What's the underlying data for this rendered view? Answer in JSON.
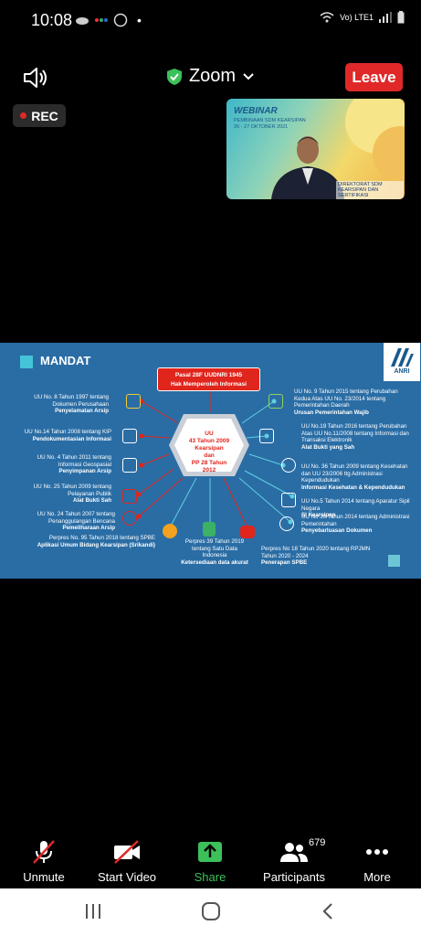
{
  "status_bar": {
    "time": "10:08",
    "network": "Vo) LTE1"
  },
  "header": {
    "title": "Zoom",
    "leave_label": "Leave",
    "rec_label": "REC"
  },
  "video": {
    "title": "WEBINAR",
    "subtitle1": "PEMBINAAN SDM KEARSIPAN",
    "subtitle2": "26 - 27 OKTOBER 2021",
    "caption": "DIREKTORAT SDM KEARSIPAN DAN SERTIFIKASI"
  },
  "slide": {
    "title": "MANDAT",
    "logo_text": "ANRI",
    "pasal_line1": "Pasal 28F UUDNRI 1945",
    "pasal_line2": "Hak Memperoleh Informasi",
    "center_lines": [
      "UU",
      "43 Tahun 2009",
      "Kearsipan",
      "dan",
      "PP 28 Tahun",
      "2012"
    ],
    "left_items": [
      {
        "text": "UU No. 8 Tahun 1997 tentang Dokumen Perusahaan",
        "bold": "Penyelamatan Arsip"
      },
      {
        "text": "UU No.14 Tahun 2008 tentang KIP",
        "bold": "Pendokumentasian Informasi"
      },
      {
        "text": "UU No. 4 Tahun 2011 tentang Informasi Geospasial",
        "bold": "Penyimpanan Arsip"
      },
      {
        "text": "UU No. 25 Tahun 2009 tentang Pelayanan Publik",
        "bold": "Alat Bukti Sah"
      },
      {
        "text": "UU No. 24 Tahun 2007 tentang Penanggulangan Bencana",
        "bold": "Pemeliharaan Arsip"
      },
      {
        "text": "Perpres No. 95 Tahun 2018 tentang SPBE",
        "bold": "Aplikasi Umum Bidang Kearsipan (Srikandi)"
      }
    ],
    "right_items": [
      {
        "text": "UU No. 9 Tahun 2015 tentang Perubahan Kedua Atas UU No. 23/2014 tentang Pemerintahan Daerah",
        "bold": "Urusan Pemerintahan Wajib"
      },
      {
        "text": "UU No.19 Tahun 2016 tentang Perubahan Atas UU No.11/2008 tentang Informasi dan Transaksi Elektronik",
        "bold": "Alat Bukti yang Sah"
      },
      {
        "text": "UU No. 36 Tahun 2009 tentang Kesehatan dan UU 23/2006 ttg Administrasi Kependudukan",
        "bold": "Informasi Kesehatan & Kependudukan"
      },
      {
        "text": "UU No.5 Tahun 2014 tentang Aparatur Sipil Negara",
        "bold": "SI Kearsipan"
      },
      {
        "text": "UU No 30 Tahun 2014 tentang Administrasi Pemerintahan",
        "bold": "Penyebarluasan Dokumen"
      },
      {
        "text": "Perpres No 18 Tahun 2020 tentang RPJMN Tahun 2020 - 2024",
        "bold": "Penerapan SPBE"
      }
    ],
    "bottom_item": {
      "text": "Perpres 39 Tahun 2019 tentang Satu Data Indonesia",
      "bold": "Ketersediaan data akurat"
    }
  },
  "toolbar": {
    "unmute": "Unmute",
    "start_video": "Start Video",
    "share": "Share",
    "participants": "Participants",
    "participants_count": "679",
    "more": "More"
  },
  "colors": {
    "leave": "#e02828",
    "share": "#3cc05a",
    "slide_bg": "#2a6da5",
    "accent": "#e0251c"
  }
}
